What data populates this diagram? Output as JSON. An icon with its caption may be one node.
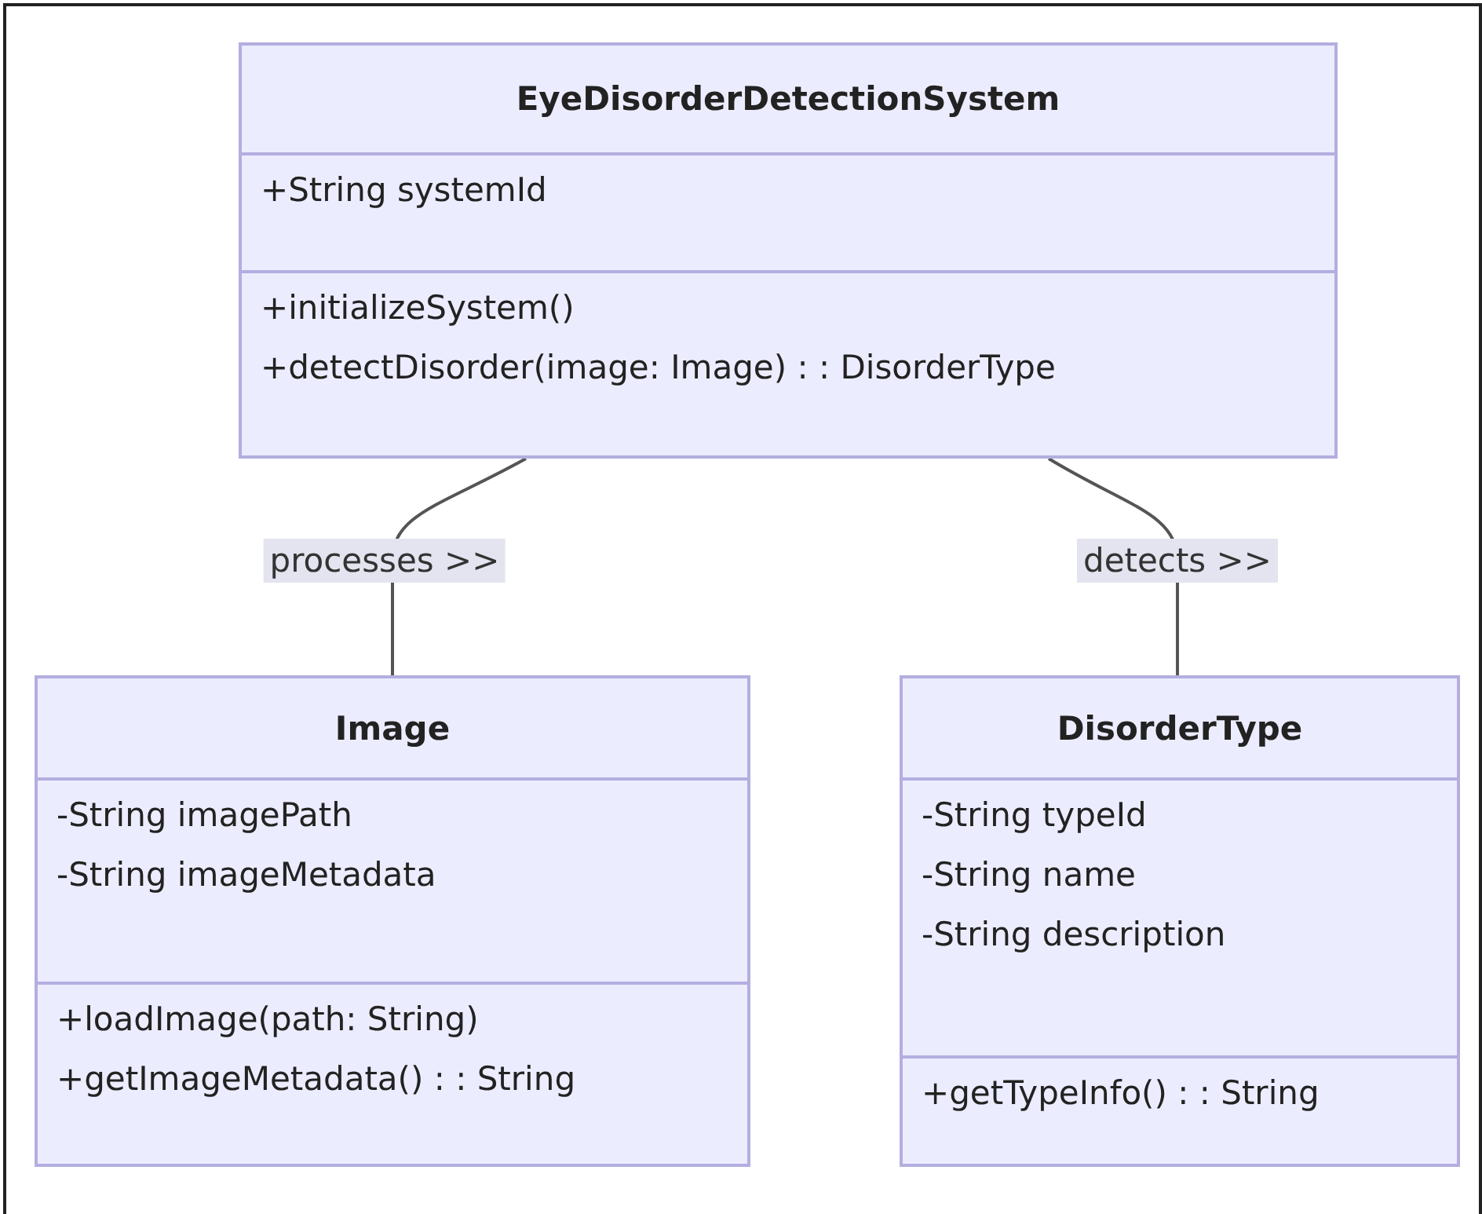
{
  "diagram": {
    "nodes": [
      {
        "text": [
          "EyeDisorderDetectionSystem",
          "+String systemId",
          "+initializeSystem()",
          "+detectDisorder(image: Image) : : DisorderType"
        ]
      },
      {
        "text": [
          "Image",
          "-String imagePath",
          "-String imageMetadata",
          "+loadImage(path: String)",
          "+getImageMetadata() : : String"
        ]
      },
      {
        "text": [
          "DisorderType",
          "-String typeId",
          "-String name",
          "-String description",
          "+getTypeInfo() : : String"
        ]
      }
    ],
    "edges": [
      {
        "from": 0,
        "to": 1,
        "arrow": "none",
        "label": "processes >>"
      },
      {
        "from": 0,
        "to": 2,
        "arrow": "none",
        "label": "detects >>"
      }
    ]
  }
}
